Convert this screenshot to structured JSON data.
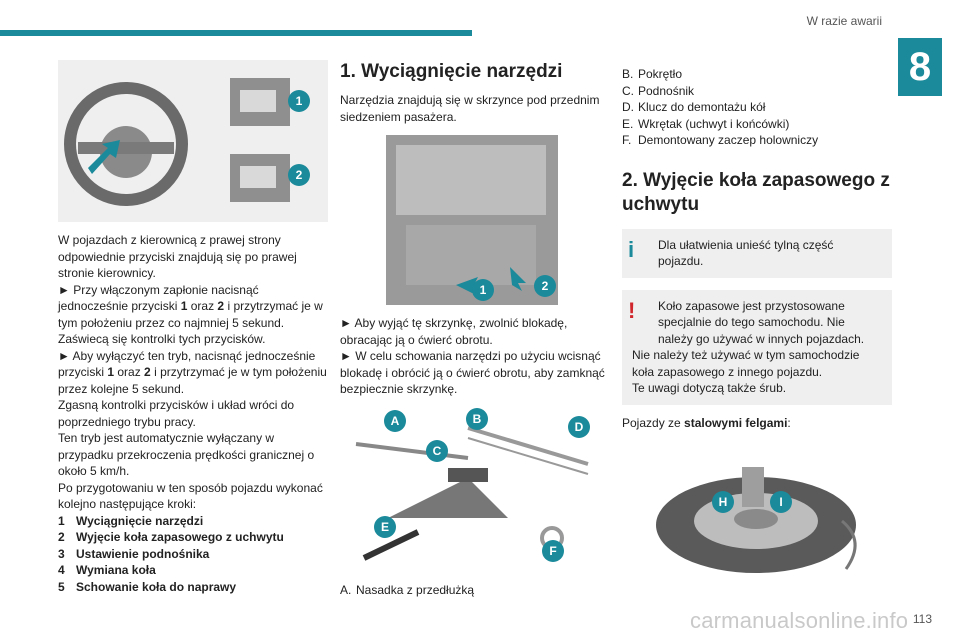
{
  "header": {
    "section": "W razie awarii",
    "chapter": "8"
  },
  "footer": {
    "page": "113",
    "watermark": "carmanualsonline.info"
  },
  "col1": {
    "fig_badges": [
      "1",
      "2"
    ],
    "paragraphs": [
      "W pojazdach z kierownicą z prawej strony odpowiednie przyciski znajdują się po prawej stronie kierownicy.",
      "► Przy włączonym zapłonie nacisnąć jednocześnie przyciski ",
      "1",
      " oraz ",
      "2",
      " i przytrzymać je w tym położeniu przez co najmniej 5 sekund.",
      "Zaświecą się kontrolki tych przycisków.",
      "► Aby wyłączyć ten tryb, nacisnąć jednocześnie przyciski ",
      "1",
      " oraz ",
      "2",
      " i przytrzymać je w tym położeniu przez kolejne 5 sekund.",
      "Zgasną kontrolki przycisków i układ wróci do poprzedniego trybu pracy.",
      "Ten tryb jest automatycznie wyłączany w przypadku przekroczenia prędkości granicznej o około 5 km/h.",
      "Po przygotowaniu w ten sposób pojazdu wykonać kolejno następujące kroki:"
    ],
    "steps": [
      {
        "n": "1",
        "t": "Wyciągnięcie narzędzi"
      },
      {
        "n": "2",
        "t": "Wyjęcie koła zapasowego z uchwytu"
      },
      {
        "n": "3",
        "t": "Ustawienie podnośnika"
      },
      {
        "n": "4",
        "t": "Wymiana koła"
      },
      {
        "n": "5",
        "t": "Schowanie koła do naprawy"
      }
    ]
  },
  "col2": {
    "title": "1. Wyciągnięcie narzędzi",
    "intro": "Narzędzia znajdują się w skrzynce pod przednim siedzeniem pasażera.",
    "fig_badges": [
      "1",
      "2"
    ],
    "bullet1": "► Aby wyjąć tę skrzynkę, zwolnić blokadę, obracając ją o ćwierć obrotu.",
    "bullet2": "► W celu schowania narzędzi po użyciu wcisnąć blokadę i obrócić ją o ćwierć obrotu, aby zamknąć bezpiecznie skrzynkę.",
    "tool_badges": [
      "A",
      "B",
      "C",
      "D",
      "E",
      "F"
    ],
    "legend_a_k": "A.",
    "legend_a_t": "Nasadka z przedłużką"
  },
  "col3": {
    "legend": [
      {
        "k": "B.",
        "t": "Pokrętło"
      },
      {
        "k": "C.",
        "t": "Podnośnik"
      },
      {
        "k": "D.",
        "t": "Klucz do demontażu kół"
      },
      {
        "k": "E.",
        "t": "Wkrętak (uchwyt i końcówki)"
      },
      {
        "k": "F.",
        "t": "Demontowany zaczep holowniczy"
      }
    ],
    "title": "2. Wyjęcie koła zapasowego z uchwytu",
    "info_icon": "i",
    "info": "Dla ułatwienia unieść tylną część pojazdu.",
    "warn_icon": "!",
    "warn1": "Koło zapasowe jest przystosowane specjalnie do tego samochodu. Nie należy go używać w innych pojazdach.",
    "warn2": "Nie należy też używać w tym samochodzie koła zapasowego z innego pojazdu.",
    "warn3": "Te uwagi dotyczą także śrub.",
    "steel_pre": "Pojazdy ze ",
    "steel_bold": "stalowymi felgami",
    "steel_post": ":",
    "wheel_badges": [
      "H",
      "I"
    ]
  }
}
